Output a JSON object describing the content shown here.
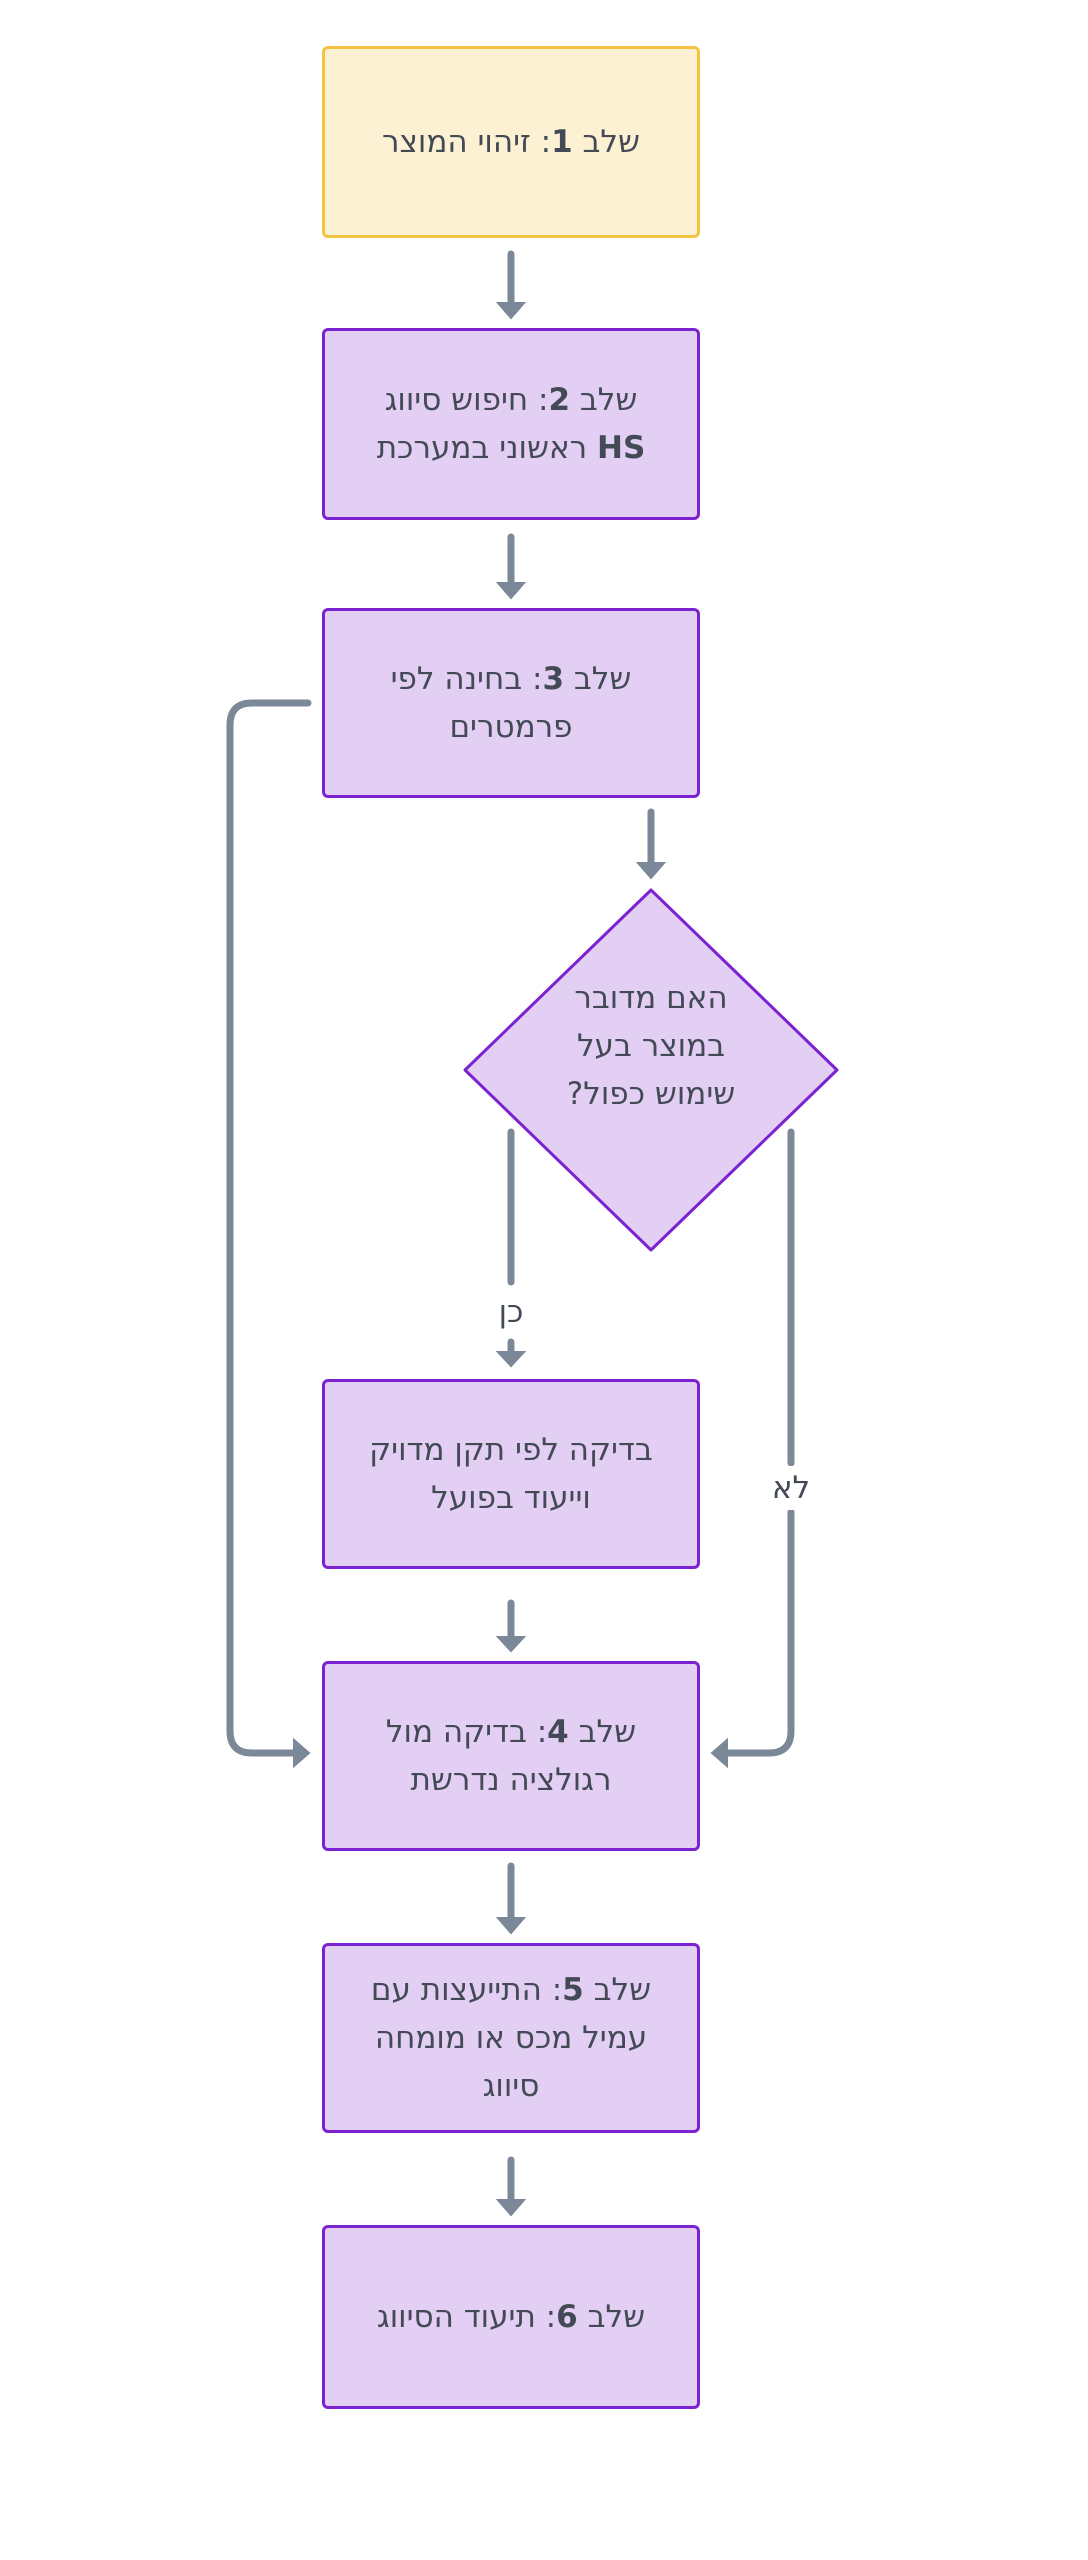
{
  "diagram": {
    "type": "flowchart",
    "direction": "top-down",
    "colors": {
      "start_fill": "#fcf1d2",
      "start_border": "#f6c340",
      "step_fill": "#e2cff3",
      "step_border": "#7b23d1",
      "edge": "#7b8897",
      "text": "#434a56"
    },
    "nodes": [
      {
        "id": "s1",
        "kind": "start",
        "prefix": "שלב ",
        "num": "1",
        "text": ": זיהוי המוצר"
      },
      {
        "id": "s2",
        "kind": "step",
        "prefix": "שלב ",
        "num": "2",
        "text": ": חיפוש סיווג ",
        "suffix_bold": "HS",
        "suffix": " ראשוני במערכת"
      },
      {
        "id": "s3",
        "kind": "step",
        "prefix": "שלב ",
        "num": "3",
        "text": ": בחינה לפי פרמטרים"
      },
      {
        "id": "q1",
        "kind": "decision",
        "text": "האם מדובר במוצר בעל שימוש כפול?"
      },
      {
        "id": "y1",
        "kind": "step",
        "text": "בדיקה לפי תקן מדויק וייעוד בפועל"
      },
      {
        "id": "s4",
        "kind": "step",
        "prefix": "שלב ",
        "num": "4",
        "text": ": בדיקה מול רגולציה נדרשת"
      },
      {
        "id": "s5",
        "kind": "step",
        "prefix": "שלב ",
        "num": "5",
        "text": ": התייעצות עם עמיל מכס או מומחה סיווג"
      },
      {
        "id": "s6",
        "kind": "step",
        "prefix": "שלב ",
        "num": "6",
        "text": ": תיעוד הסיווג"
      }
    ],
    "edges": [
      {
        "from": "s1",
        "to": "s2",
        "label": ""
      },
      {
        "from": "s2",
        "to": "s3",
        "label": ""
      },
      {
        "from": "s3",
        "to": "q1",
        "label": ""
      },
      {
        "from": "s3",
        "to": "s4",
        "label": ""
      },
      {
        "from": "q1",
        "to": "y1",
        "label": "כן"
      },
      {
        "from": "q1",
        "to": "s4",
        "label": "לא"
      },
      {
        "from": "y1",
        "to": "s4",
        "label": ""
      },
      {
        "from": "s4",
        "to": "s5",
        "label": ""
      },
      {
        "from": "s5",
        "to": "s6",
        "label": ""
      }
    ],
    "labels": {
      "yes": "כן",
      "no": "לא"
    }
  }
}
